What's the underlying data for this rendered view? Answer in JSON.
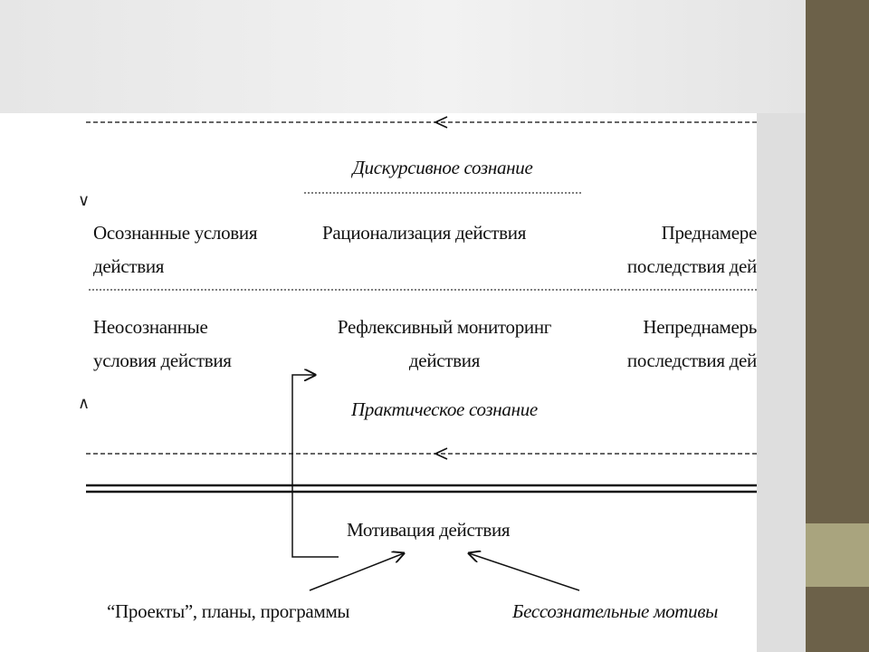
{
  "diagram": {
    "discursive_consciousness": "Дискурсивное сознание",
    "practical_consciousness": "Практическое сознание",
    "acknowledged_conditions": [
      "Осознанные условия",
      "действия"
    ],
    "rationalization": "Рационализация действия",
    "intended_consequences": [
      "Преднамере",
      "последствия дей"
    ],
    "unacknowledged_conditions": [
      "Неосознанные",
      "условия действия"
    ],
    "reflexive_monitoring": [
      "Рефлексивный мониторинг",
      "действия"
    ],
    "unintended_consequences": [
      "Непреднамерь",
      "последствия дей"
    ],
    "motivation": "Мотивация действия",
    "projects": "“Проекты”, планы, программы",
    "unconscious_motives": "Бессознательные мотивы"
  }
}
